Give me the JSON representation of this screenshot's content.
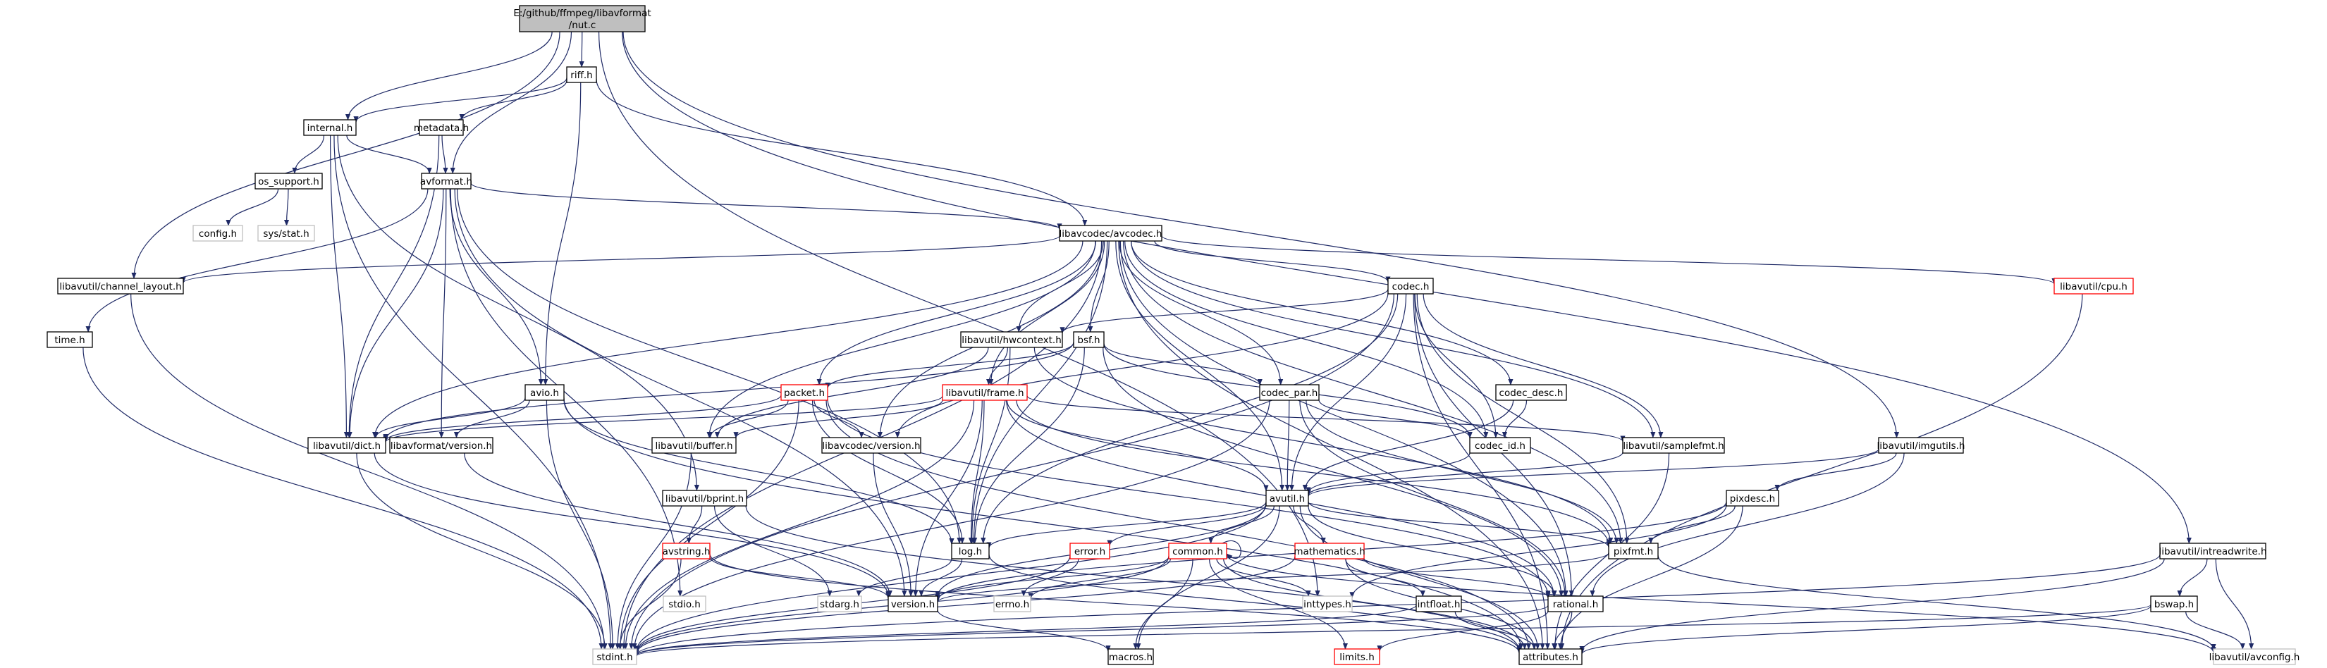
{
  "graph": {
    "nodes": [
      {
        "id": "nut",
        "lines": [
          "E:/github/ffmpeg/libavformat",
          "/nut.c"
        ],
        "style": "root"
      },
      {
        "id": "riff",
        "lines": [
          "riff.h"
        ],
        "style": "normal"
      },
      {
        "id": "internal",
        "lines": [
          "internal.h"
        ],
        "style": "normal"
      },
      {
        "id": "metadata",
        "lines": [
          "metadata.h"
        ],
        "style": "normal"
      },
      {
        "id": "os_support",
        "lines": [
          "os_support.h"
        ],
        "style": "normal"
      },
      {
        "id": "avformat",
        "lines": [
          "avformat.h"
        ],
        "style": "normal"
      },
      {
        "id": "config",
        "lines": [
          "config.h"
        ],
        "style": "system"
      },
      {
        "id": "sysstat",
        "lines": [
          "sys/stat.h"
        ],
        "style": "system"
      },
      {
        "id": "avcodec",
        "lines": [
          "libavcodec/avcodec.h"
        ],
        "style": "normal"
      },
      {
        "id": "chlayout",
        "lines": [
          "libavutil/channel_layout.h"
        ],
        "style": "normal"
      },
      {
        "id": "time",
        "lines": [
          "time.h"
        ],
        "style": "normal"
      },
      {
        "id": "codec",
        "lines": [
          "codec.h"
        ],
        "style": "normal"
      },
      {
        "id": "cpu",
        "lines": [
          "libavutil/cpu.h"
        ],
        "style": "red"
      },
      {
        "id": "hwcontext",
        "lines": [
          "libavutil/hwcontext.h"
        ],
        "style": "normal"
      },
      {
        "id": "bsf",
        "lines": [
          "bsf.h"
        ],
        "style": "normal"
      },
      {
        "id": "avio",
        "lines": [
          "avio.h"
        ],
        "style": "normal"
      },
      {
        "id": "packet",
        "lines": [
          "packet.h"
        ],
        "style": "red"
      },
      {
        "id": "frame",
        "lines": [
          "libavutil/frame.h"
        ],
        "style": "red"
      },
      {
        "id": "codecpar",
        "lines": [
          "codec_par.h"
        ],
        "style": "normal"
      },
      {
        "id": "codecdesc",
        "lines": [
          "codec_desc.h"
        ],
        "style": "normal"
      },
      {
        "id": "dict",
        "lines": [
          "libavutil/dict.h"
        ],
        "style": "normal"
      },
      {
        "id": "lavfver",
        "lines": [
          "libavformat/version.h"
        ],
        "style": "normal"
      },
      {
        "id": "buffer",
        "lines": [
          "libavutil/buffer.h"
        ],
        "style": "normal"
      },
      {
        "id": "lavcver",
        "lines": [
          "libavcodec/version.h"
        ],
        "style": "normal"
      },
      {
        "id": "codecid",
        "lines": [
          "codec_id.h"
        ],
        "style": "normal"
      },
      {
        "id": "samplefmt",
        "lines": [
          "libavutil/samplefmt.h"
        ],
        "style": "normal"
      },
      {
        "id": "imgutils",
        "lines": [
          "libavutil/imgutils.h"
        ],
        "style": "normal"
      },
      {
        "id": "bprint",
        "lines": [
          "libavutil/bprint.h"
        ],
        "style": "normal"
      },
      {
        "id": "avutil",
        "lines": [
          "avutil.h"
        ],
        "style": "normal"
      },
      {
        "id": "pixdesc",
        "lines": [
          "pixdesc.h"
        ],
        "style": "normal"
      },
      {
        "id": "intreadwrite",
        "lines": [
          "libavutil/intreadwrite.h"
        ],
        "style": "normal"
      },
      {
        "id": "avstring",
        "lines": [
          "avstring.h"
        ],
        "style": "red"
      },
      {
        "id": "log",
        "lines": [
          "log.h"
        ],
        "style": "normal"
      },
      {
        "id": "error",
        "lines": [
          "error.h"
        ],
        "style": "red"
      },
      {
        "id": "common",
        "lines": [
          "common.h"
        ],
        "style": "red"
      },
      {
        "id": "mathematics",
        "lines": [
          "mathematics.h"
        ],
        "style": "red"
      },
      {
        "id": "pixfmt",
        "lines": [
          "pixfmt.h"
        ],
        "style": "normal"
      },
      {
        "id": "stdio",
        "lines": [
          "stdio.h"
        ],
        "style": "system"
      },
      {
        "id": "stdarg",
        "lines": [
          "stdarg.h"
        ],
        "style": "system"
      },
      {
        "id": "version",
        "lines": [
          "version.h"
        ],
        "style": "normal"
      },
      {
        "id": "errno",
        "lines": [
          "errno.h"
        ],
        "style": "system"
      },
      {
        "id": "inttypes",
        "lines": [
          "inttypes.h"
        ],
        "style": "system"
      },
      {
        "id": "intfloat",
        "lines": [
          "intfloat.h"
        ],
        "style": "normal"
      },
      {
        "id": "rational",
        "lines": [
          "rational.h"
        ],
        "style": "normal"
      },
      {
        "id": "bswap",
        "lines": [
          "bswap.h"
        ],
        "style": "normal"
      },
      {
        "id": "stdint",
        "lines": [
          "stdint.h"
        ],
        "style": "system"
      },
      {
        "id": "macros",
        "lines": [
          "macros.h"
        ],
        "style": "normal"
      },
      {
        "id": "limits",
        "lines": [
          "limits.h"
        ],
        "style": "red"
      },
      {
        "id": "attributes",
        "lines": [
          "attributes.h"
        ],
        "style": "normal"
      },
      {
        "id": "avconfig",
        "lines": [
          "libavutil/avconfig.h"
        ],
        "style": "system"
      }
    ],
    "edges": [
      [
        "nut",
        "riff"
      ],
      [
        "nut",
        "internal"
      ],
      [
        "nut",
        "avformat"
      ],
      [
        "nut",
        "chlayout"
      ],
      [
        "nut",
        "imgutils"
      ],
      [
        "nut",
        "intreadwrite"
      ],
      [
        "nut",
        "inttypes"
      ],
      [
        "riff",
        "internal"
      ],
      [
        "riff",
        "metadata"
      ],
      [
        "riff",
        "avio"
      ],
      [
        "riff",
        "avcodec"
      ],
      [
        "internal",
        "os_support"
      ],
      [
        "internal",
        "avformat"
      ],
      [
        "internal",
        "stdint"
      ],
      [
        "internal",
        "bprint"
      ],
      [
        "internal",
        "dict"
      ],
      [
        "metadata",
        "avformat"
      ],
      [
        "metadata",
        "dict"
      ],
      [
        "os_support",
        "config"
      ],
      [
        "os_support",
        "sysstat"
      ],
      [
        "avformat",
        "time"
      ],
      [
        "avformat",
        "stdio"
      ],
      [
        "avformat",
        "avcodec"
      ],
      [
        "avformat",
        "avio"
      ],
      [
        "avformat",
        "lavfver"
      ],
      [
        "avformat",
        "dict"
      ],
      [
        "avformat",
        "log"
      ],
      [
        "avformat",
        "version"
      ],
      [
        "avcodec",
        "chlayout"
      ],
      [
        "avcodec",
        "codec"
      ],
      [
        "avcodec",
        "cpu"
      ],
      [
        "avcodec",
        "hwcontext"
      ],
      [
        "avcodec",
        "bsf"
      ],
      [
        "avcodec",
        "packet"
      ],
      [
        "avcodec",
        "frame"
      ],
      [
        "avcodec",
        "codecpar"
      ],
      [
        "avcodec",
        "codecdesc"
      ],
      [
        "avcodec",
        "dict"
      ],
      [
        "avcodec",
        "buffer"
      ],
      [
        "avcodec",
        "lavcver"
      ],
      [
        "avcodec",
        "codecid"
      ],
      [
        "avcodec",
        "samplefmt"
      ],
      [
        "avcodec",
        "avutil"
      ],
      [
        "avcodec",
        "pixfmt"
      ],
      [
        "avcodec",
        "log"
      ],
      [
        "avcodec",
        "attributes"
      ],
      [
        "avcodec",
        "rational"
      ],
      [
        "avcodec",
        "stdint"
      ],
      [
        "chlayout",
        "stdint"
      ],
      [
        "time",
        "stdint"
      ],
      [
        "codec",
        "hwcontext"
      ],
      [
        "codec",
        "lavcver"
      ],
      [
        "codec",
        "codecid"
      ],
      [
        "codec",
        "samplefmt"
      ],
      [
        "codec",
        "avutil"
      ],
      [
        "codec",
        "pixfmt"
      ],
      [
        "codec",
        "log"
      ],
      [
        "codec",
        "rational"
      ],
      [
        "codec",
        "attributes"
      ],
      [
        "codec",
        "stdint"
      ],
      [
        "cpu",
        "attributes"
      ],
      [
        "hwcontext",
        "frame"
      ],
      [
        "hwcontext",
        "buffer"
      ],
      [
        "hwcontext",
        "log"
      ],
      [
        "hwcontext",
        "pixfmt"
      ],
      [
        "bsf",
        "packet"
      ],
      [
        "bsf",
        "codecpar"
      ],
      [
        "bsf",
        "codecid"
      ],
      [
        "bsf",
        "dict"
      ],
      [
        "bsf",
        "log"
      ],
      [
        "bsf",
        "rational"
      ],
      [
        "avio",
        "dict"
      ],
      [
        "avio",
        "lavfver"
      ],
      [
        "avio",
        "log"
      ],
      [
        "avio",
        "stdint"
      ],
      [
        "avio",
        "attributes"
      ],
      [
        "packet",
        "dict"
      ],
      [
        "packet",
        "buffer"
      ],
      [
        "packet",
        "lavcver"
      ],
      [
        "packet",
        "attributes"
      ],
      [
        "packet",
        "stdint"
      ],
      [
        "packet",
        "log"
      ],
      [
        "packet",
        "rational"
      ],
      [
        "frame",
        "dict"
      ],
      [
        "frame",
        "buffer"
      ],
      [
        "frame",
        "samplefmt"
      ],
      [
        "frame",
        "avutil"
      ],
      [
        "frame",
        "pixfmt"
      ],
      [
        "frame",
        "rational"
      ],
      [
        "frame",
        "log"
      ],
      [
        "frame",
        "version"
      ],
      [
        "frame",
        "stdint"
      ],
      [
        "codecpar",
        "codecid"
      ],
      [
        "codecpar",
        "avutil"
      ],
      [
        "codecpar",
        "pixfmt"
      ],
      [
        "codecpar",
        "rational"
      ],
      [
        "codecpar",
        "stdint"
      ],
      [
        "codecdesc",
        "codecid"
      ],
      [
        "codecdesc",
        "avutil"
      ],
      [
        "dict",
        "stdint"
      ],
      [
        "dict",
        "version"
      ],
      [
        "lavfver",
        "version"
      ],
      [
        "buffer",
        "stdint"
      ],
      [
        "lavcver",
        "version"
      ],
      [
        "codecid",
        "avutil"
      ],
      [
        "samplefmt",
        "avutil"
      ],
      [
        "samplefmt",
        "attributes"
      ],
      [
        "imgutils",
        "avutil"
      ],
      [
        "imgutils",
        "pixdesc"
      ],
      [
        "imgutils",
        "rational"
      ],
      [
        "bprint",
        "avstring"
      ],
      [
        "bprint",
        "stdarg"
      ],
      [
        "bprint",
        "attributes"
      ],
      [
        "avutil",
        "log"
      ],
      [
        "avutil",
        "error"
      ],
      [
        "avutil",
        "common"
      ],
      [
        "avutil",
        "mathematics"
      ],
      [
        "avutil",
        "pixfmt"
      ],
      [
        "avutil",
        "rational"
      ],
      [
        "avutil",
        "version"
      ],
      [
        "avutil",
        "macros"
      ],
      [
        "avutil",
        "attributes"
      ],
      [
        "avutil",
        "stdint"
      ],
      [
        "pixdesc",
        "pixfmt"
      ],
      [
        "pixdesc",
        "attributes"
      ],
      [
        "pixdesc",
        "inttypes"
      ],
      [
        "pixdesc",
        "version"
      ],
      [
        "intreadwrite",
        "bswap"
      ],
      [
        "intreadwrite",
        "attributes"
      ],
      [
        "intreadwrite",
        "avconfig"
      ],
      [
        "intreadwrite",
        "stdint"
      ],
      [
        "avstring",
        "version"
      ],
      [
        "avstring",
        "attributes"
      ],
      [
        "avstring",
        "stdint"
      ],
      [
        "log",
        "stdarg"
      ],
      [
        "log",
        "version"
      ],
      [
        "log",
        "attributes"
      ],
      [
        "error",
        "errno"
      ],
      [
        "error",
        "stdint"
      ],
      [
        "common",
        "errno"
      ],
      [
        "common",
        "inttypes"
      ],
      [
        "common",
        "limits"
      ],
      [
        "common",
        "stdint"
      ],
      [
        "common",
        "attributes"
      ],
      [
        "common",
        "macros"
      ],
      [
        "common",
        "version"
      ],
      [
        "common",
        "avconfig"
      ],
      [
        "common",
        "common"
      ],
      [
        "mathematics",
        "intfloat"
      ],
      [
        "mathematics",
        "rational"
      ],
      [
        "mathematics",
        "attributes"
      ],
      [
        "mathematics",
        "stdint"
      ],
      [
        "pixfmt",
        "version"
      ],
      [
        "pixfmt",
        "avconfig"
      ],
      [
        "version",
        "macros"
      ],
      [
        "intfloat",
        "attributes"
      ],
      [
        "intfloat",
        "stdint"
      ],
      [
        "rational",
        "attributes"
      ],
      [
        "rational",
        "limits"
      ],
      [
        "rational",
        "stdint"
      ],
      [
        "bswap",
        "attributes"
      ],
      [
        "bswap",
        "stdint"
      ],
      [
        "bswap",
        "avconfig"
      ]
    ]
  }
}
